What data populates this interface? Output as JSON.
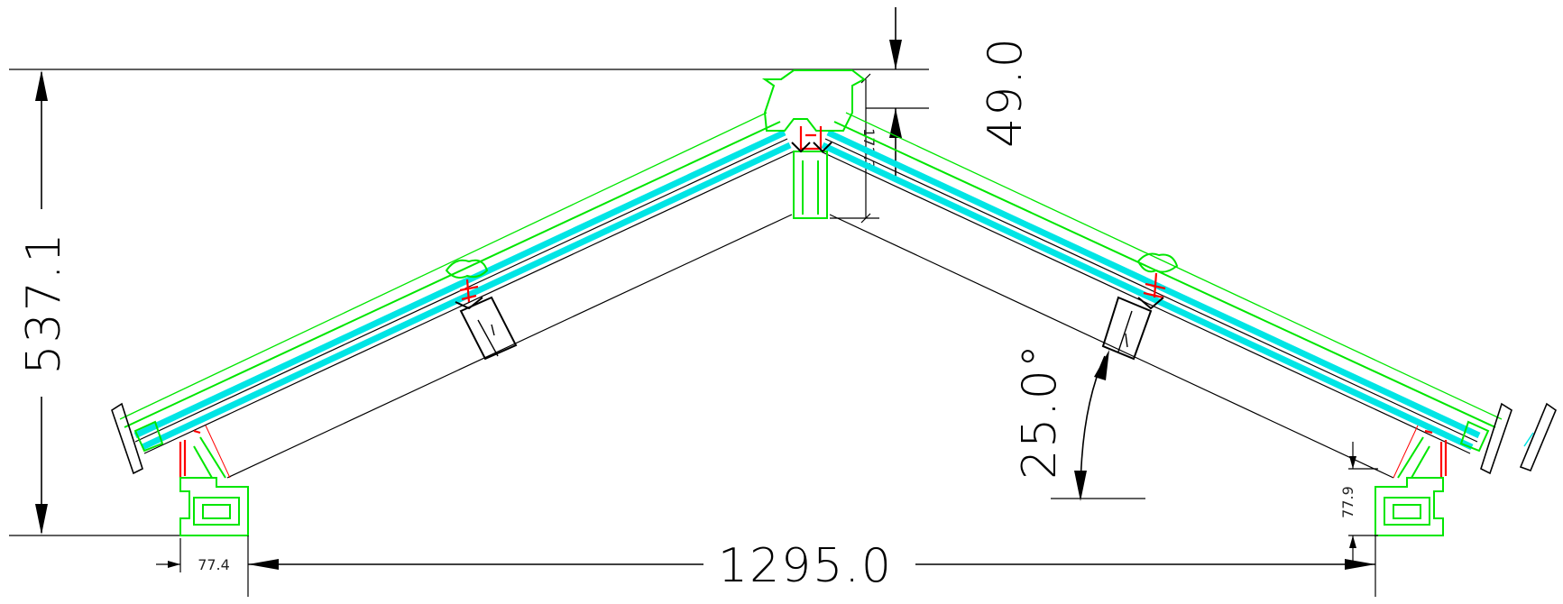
{
  "dimensions": {
    "total_height": "537.1",
    "top_offset": "49.0",
    "ridge_small": "173.3",
    "pitch_angle": "25.0°",
    "span": "1295.0",
    "left_base": "77.4",
    "right_base": "77.9"
  },
  "colors": {
    "glass": "#00e5e5",
    "profile": "#00e600",
    "gasket": "#ff0000",
    "dimension": "#000000"
  }
}
